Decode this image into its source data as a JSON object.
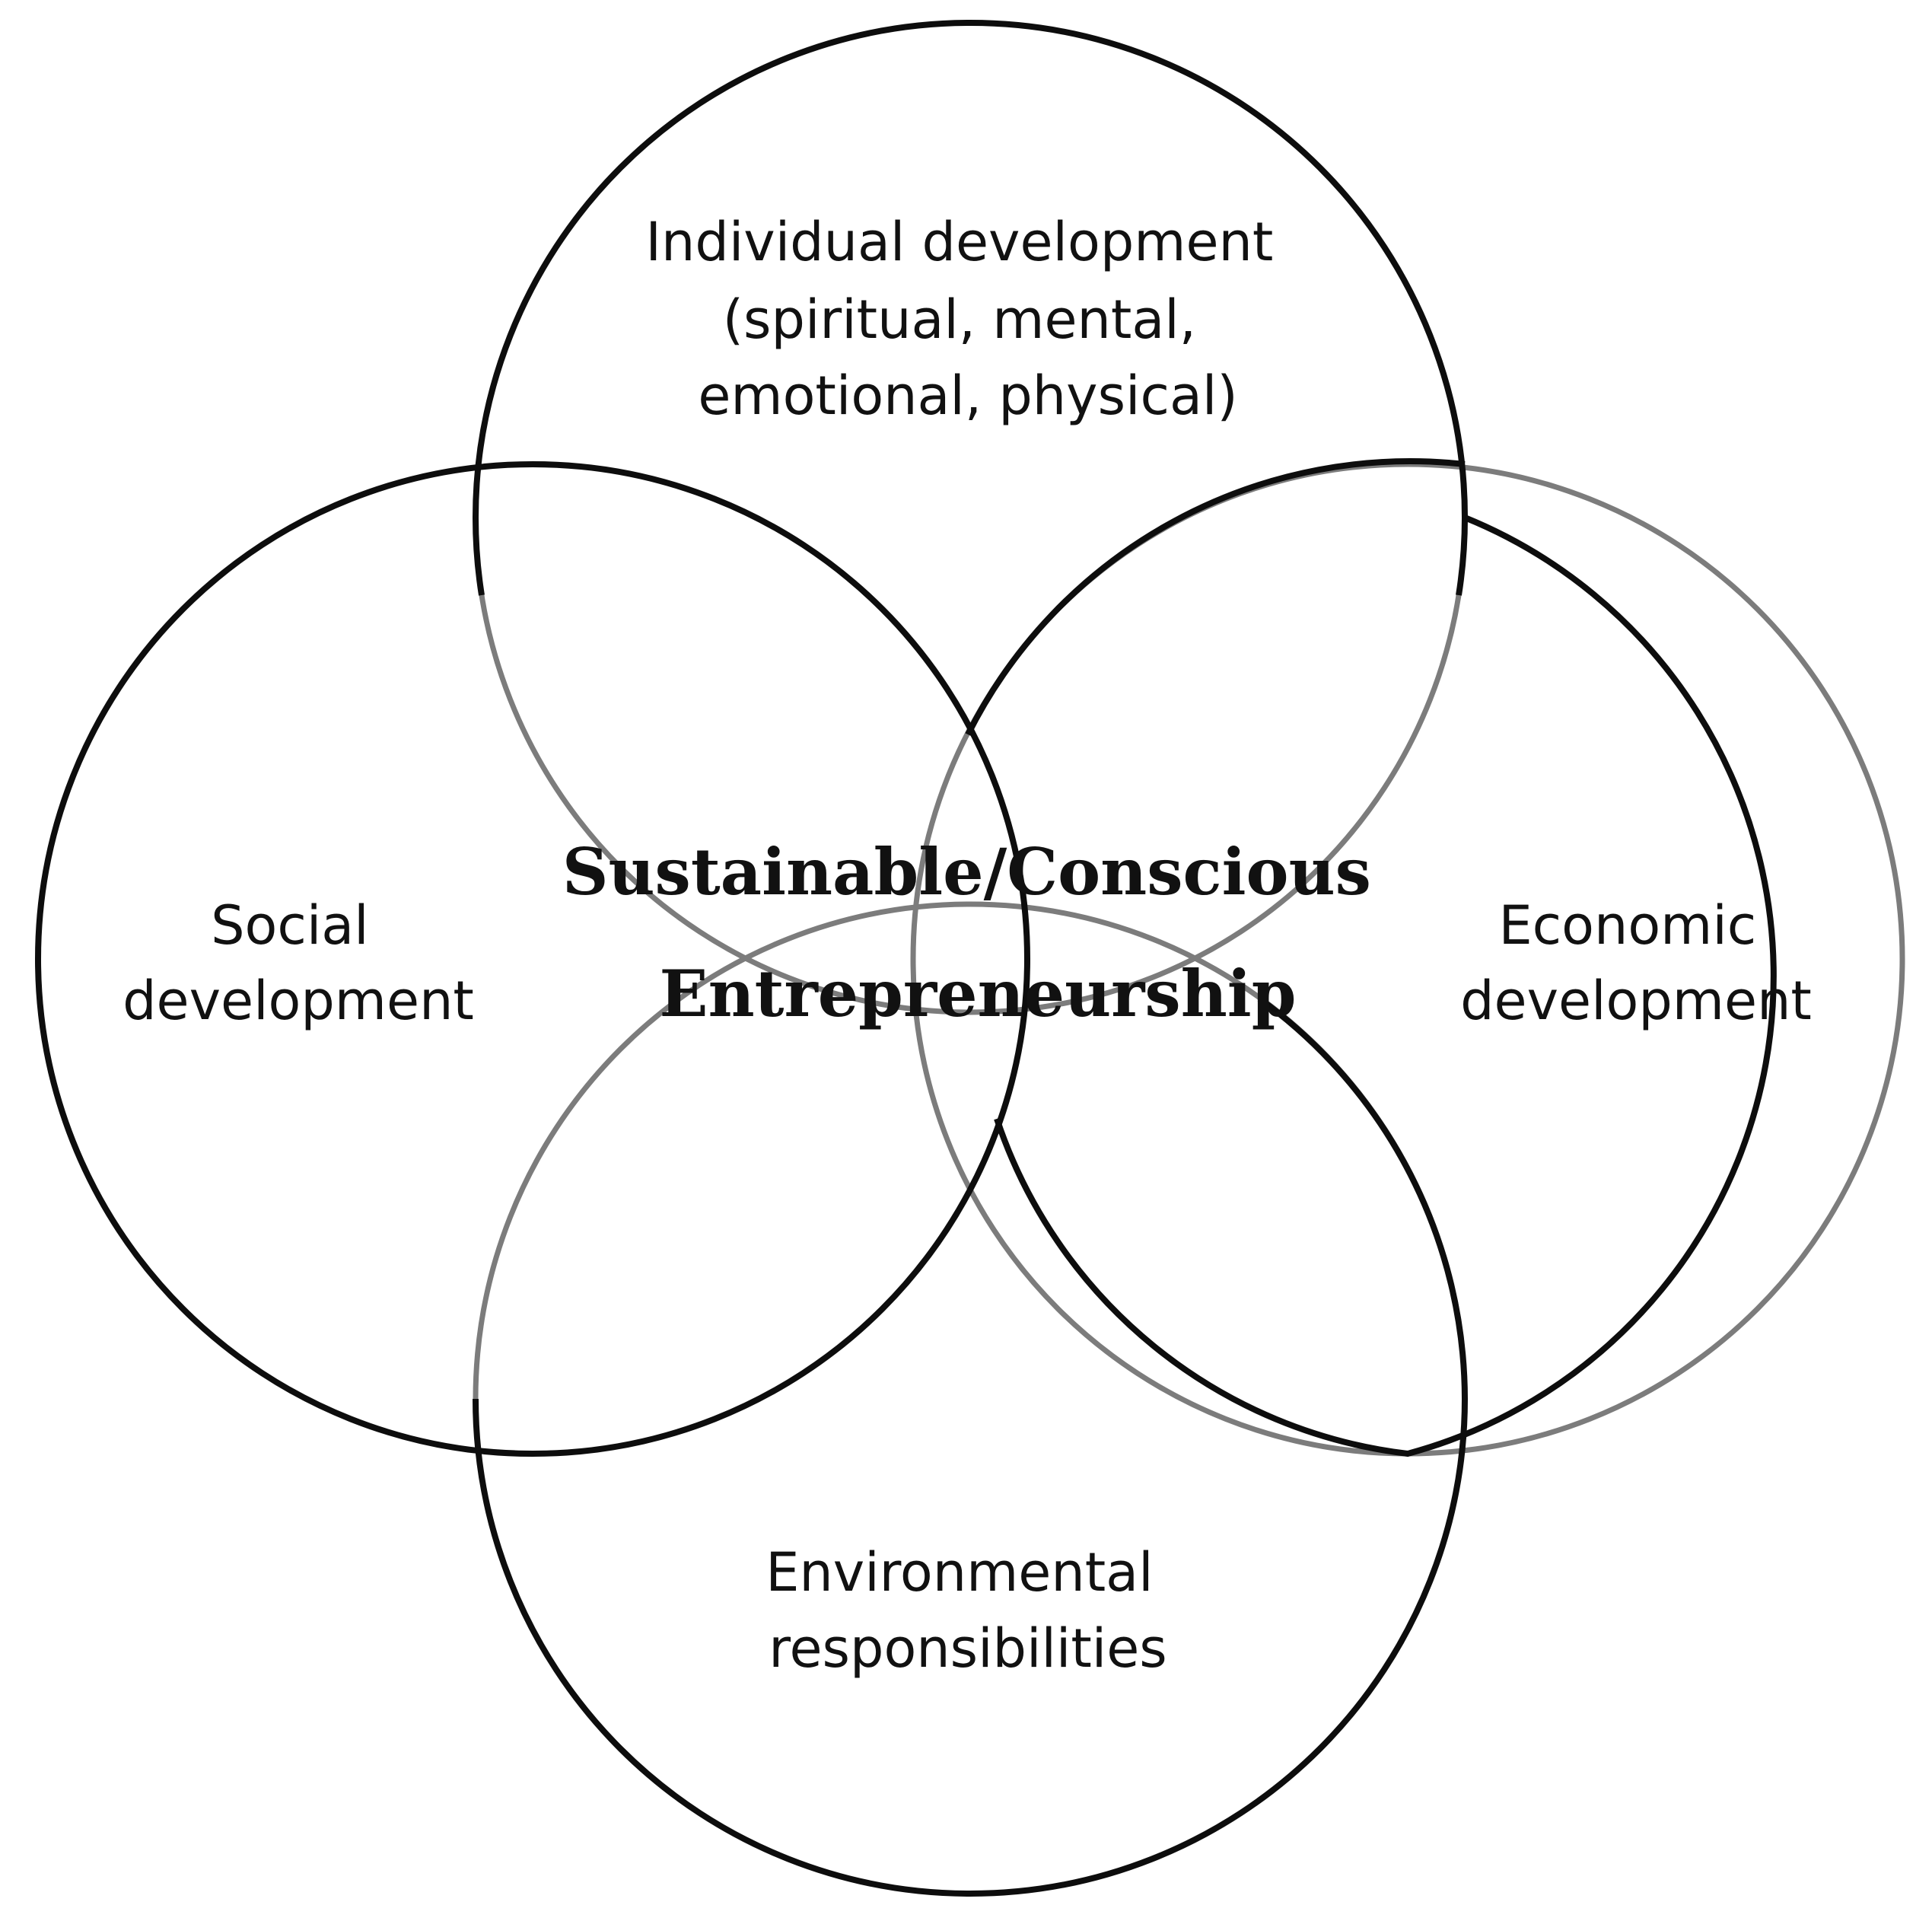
{
  "diagram": {
    "center": {
      "lines": [
        "Sustainable/Conscious",
        "Entrepreneurship"
      ]
    },
    "circles": {
      "individual": {
        "lines": [
          "Individual development",
          "(spiritual, mental,",
          "emotional, physical)"
        ]
      },
      "social": {
        "lines": [
          "Social",
          "development"
        ]
      },
      "economic": {
        "lines": [
          "Economic",
          "development"
        ]
      },
      "environmental": {
        "lines": [
          "Environmental",
          "responsibilities"
        ]
      }
    },
    "colors": {
      "stroke_dark": "#0d0d0d",
      "stroke_light": "#7c7c7c",
      "text": "#111111",
      "background": "#ffffff"
    }
  }
}
